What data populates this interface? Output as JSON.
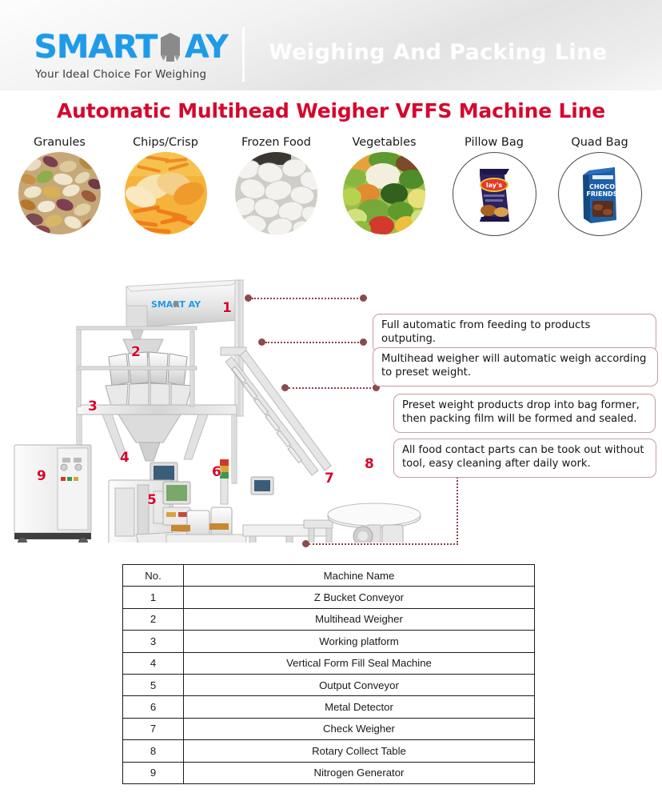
{
  "header": {
    "logo": {
      "text_left": "SMART",
      "text_right": "AY",
      "icon": "weigher-hopper-icon",
      "tagline": "Your Ideal Choice For Weighing",
      "color": "#1E9BE8"
    },
    "title": "Weighing And Packing Line",
    "title_color": "#ffffff"
  },
  "page_title": {
    "text": "Automatic Multihead Weigher VFFS Machine Line",
    "color": "#D5082D"
  },
  "products": [
    {
      "label": "Granules",
      "image": "mixed-beans-photo",
      "style": "photo"
    },
    {
      "label": "Chips/Crisp",
      "image": "potato-chips-photo",
      "style": "photo"
    },
    {
      "label": "Frozen Food",
      "image": "frozen-dumplings-photo",
      "style": "photo"
    },
    {
      "label": "Vegetables",
      "image": "fresh-vegetables-photo",
      "style": "photo"
    },
    {
      "label": "Pillow Bag",
      "image": "pillow-bag-photo",
      "style": "outlined"
    },
    {
      "label": "Quad Bag",
      "image": "quad-bag-photo",
      "style": "outlined"
    }
  ],
  "machine_diagram": {
    "machine_logo": "SMART AY",
    "callout_dot_color": "#8d4a4e",
    "callout_border_color": "#c89aa0",
    "number_color": "#D5082D",
    "numbers": [
      "1",
      "2",
      "3",
      "4",
      "5",
      "6",
      "7",
      "8",
      "9"
    ],
    "callouts": [
      {
        "id": "callout-1",
        "text": "Full automatic from feeding to products outputing."
      },
      {
        "id": "callout-2",
        "text": "Multihead weigher will automatic weigh according to preset weight."
      },
      {
        "id": "callout-3",
        "text": "Preset weight products drop into bag former, then packing film will be formed and sealed."
      },
      {
        "id": "callout-4",
        "text": "All food contact parts can be took out without tool, easy cleaning after daily work."
      }
    ]
  },
  "table": {
    "headers": [
      "No.",
      "Machine Name"
    ],
    "rows": [
      {
        "no": "1",
        "name": "Z Bucket Conveyor"
      },
      {
        "no": "2",
        "name": "Multihead Weigher"
      },
      {
        "no": "3",
        "name": "Working platform"
      },
      {
        "no": "4",
        "name": "Vertical Form Fill Seal Machine"
      },
      {
        "no": "5",
        "name": "Output Conveyor"
      },
      {
        "no": "6",
        "name": "Metal Detector"
      },
      {
        "no": "7",
        "name": "Check Weigher"
      },
      {
        "no": "8",
        "name": "Rotary Collect Table"
      },
      {
        "no": "9",
        "name": "Nitrogen Generator"
      }
    ]
  }
}
